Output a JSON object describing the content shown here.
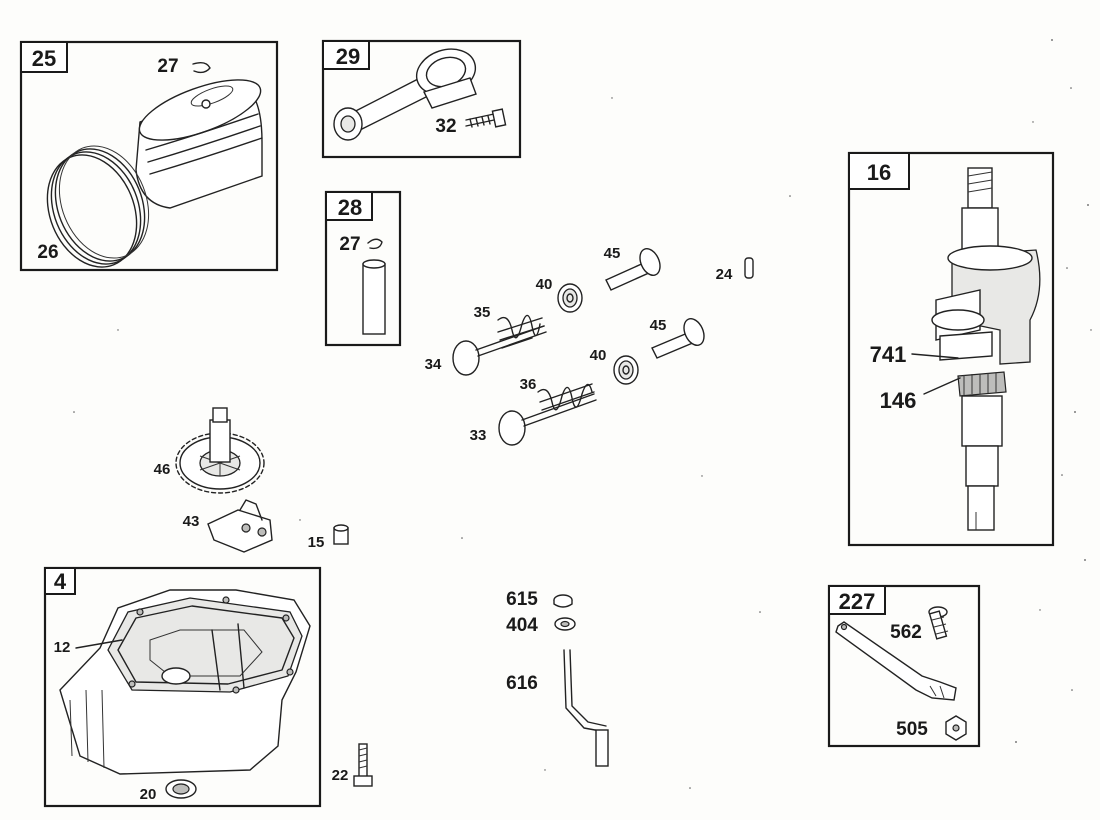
{
  "diagram": {
    "groups": [
      {
        "id": "25",
        "label": "25"
      },
      {
        "id": "29",
        "label": "29"
      },
      {
        "id": "28",
        "label": "28"
      },
      {
        "id": "16",
        "label": "16"
      },
      {
        "id": "4",
        "label": "4"
      },
      {
        "id": "227",
        "label": "227"
      }
    ],
    "parts": {
      "p27a": "27",
      "p26": "26",
      "p32": "32",
      "p27b": "27",
      "p45a": "45",
      "p24": "24",
      "p40a": "40",
      "p35": "35",
      "p45b": "45",
      "p34": "34",
      "p40b": "40",
      "p36": "36",
      "p33": "33",
      "p741": "741",
      "p146": "146",
      "p46": "46",
      "p43": "43",
      "p15": "15",
      "p12": "12",
      "p615": "615",
      "p404": "404",
      "p616": "616",
      "p227": "227",
      "p562": "562",
      "p505": "505",
      "p22": "22",
      "p20": "20"
    }
  }
}
